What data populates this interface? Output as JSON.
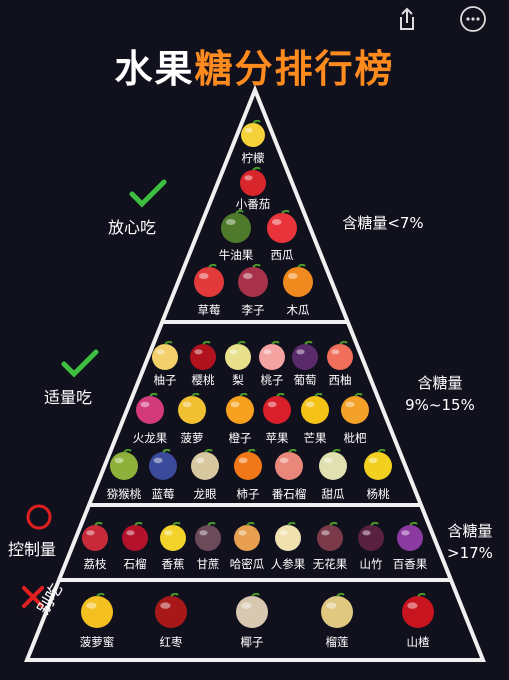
{
  "title": {
    "part1": "水果",
    "part2": "糖分排行榜"
  },
  "toolbar": {
    "share_icon": "share-icon",
    "more_icon": "more-icon"
  },
  "categories": [
    {
      "label": "放心吃",
      "mark": "check-icon",
      "mark_color": "#3fbf3f"
    },
    {
      "label": "适量吃",
      "mark": "check-icon",
      "mark_color": "#3fbf3f"
    },
    {
      "label": "控制量",
      "mark": "circle-icon",
      "mark_color": "#e02020"
    },
    {
      "label": "别吃",
      "mark": "cross-icon",
      "mark_color": "#e02020"
    }
  ],
  "sugar_labels": [
    "含糖量<7%",
    "含糖量",
    "9%~15%",
    "含糖量",
    ">17%"
  ],
  "fruits": {
    "tier1": [
      "柠檬",
      "小番茄",
      "牛油果",
      "西瓜",
      "草莓",
      "李子",
      "木瓜"
    ],
    "tier2": [
      "柚子",
      "樱桃",
      "梨",
      "桃子",
      "葡萄",
      "西柚",
      "火龙果",
      "菠萝",
      "橙子",
      "苹果",
      "芒果",
      "枇杷",
      "猕猴桃",
      "蓝莓",
      "龙眼",
      "柿子",
      "番石榴",
      "甜瓜",
      "杨桃"
    ],
    "tier3": [
      "荔枝",
      "石榴",
      "香蕉",
      "甘蔗",
      "哈密瓜",
      "人参果",
      "无花果",
      "山竹",
      "百香果"
    ],
    "tier4": [
      "菠萝蜜",
      "红枣",
      "椰子",
      "榴莲",
      "山楂"
    ]
  },
  "fruit_colors": {
    "tier1": [
      "#f5d23a",
      "#d8262c",
      "#4f7a2b",
      "#e8343a",
      "#e23a3a",
      "#a8324c",
      "#f08a1e"
    ],
    "tier2": [
      "#f2d06b",
      "#b0131d",
      "#e8e08a",
      "#f4a3a0",
      "#5a2a6a",
      "#ef6f5a",
      "#d23a7a",
      "#f0c030",
      "#f7a020",
      "#d81f2a",
      "#f5c218",
      "#f4a12a",
      "#8db13a",
      "#3b4a9a",
      "#d8c8a0",
      "#f07818",
      "#e9877a",
      "#e0e0b0",
      "#f2d020"
    ],
    "tier3": [
      "#c82a3a",
      "#b3122a",
      "#f2d32c",
      "#6b4a5a",
      "#e8a050",
      "#f0e0b0",
      "#7a3a4a",
      "#5a2040",
      "#8a3aa0"
    ],
    "tier4": [
      "#f4c020",
      "#a81818",
      "#d8c8b0",
      "#e0c880",
      "#c8141e"
    ]
  }
}
